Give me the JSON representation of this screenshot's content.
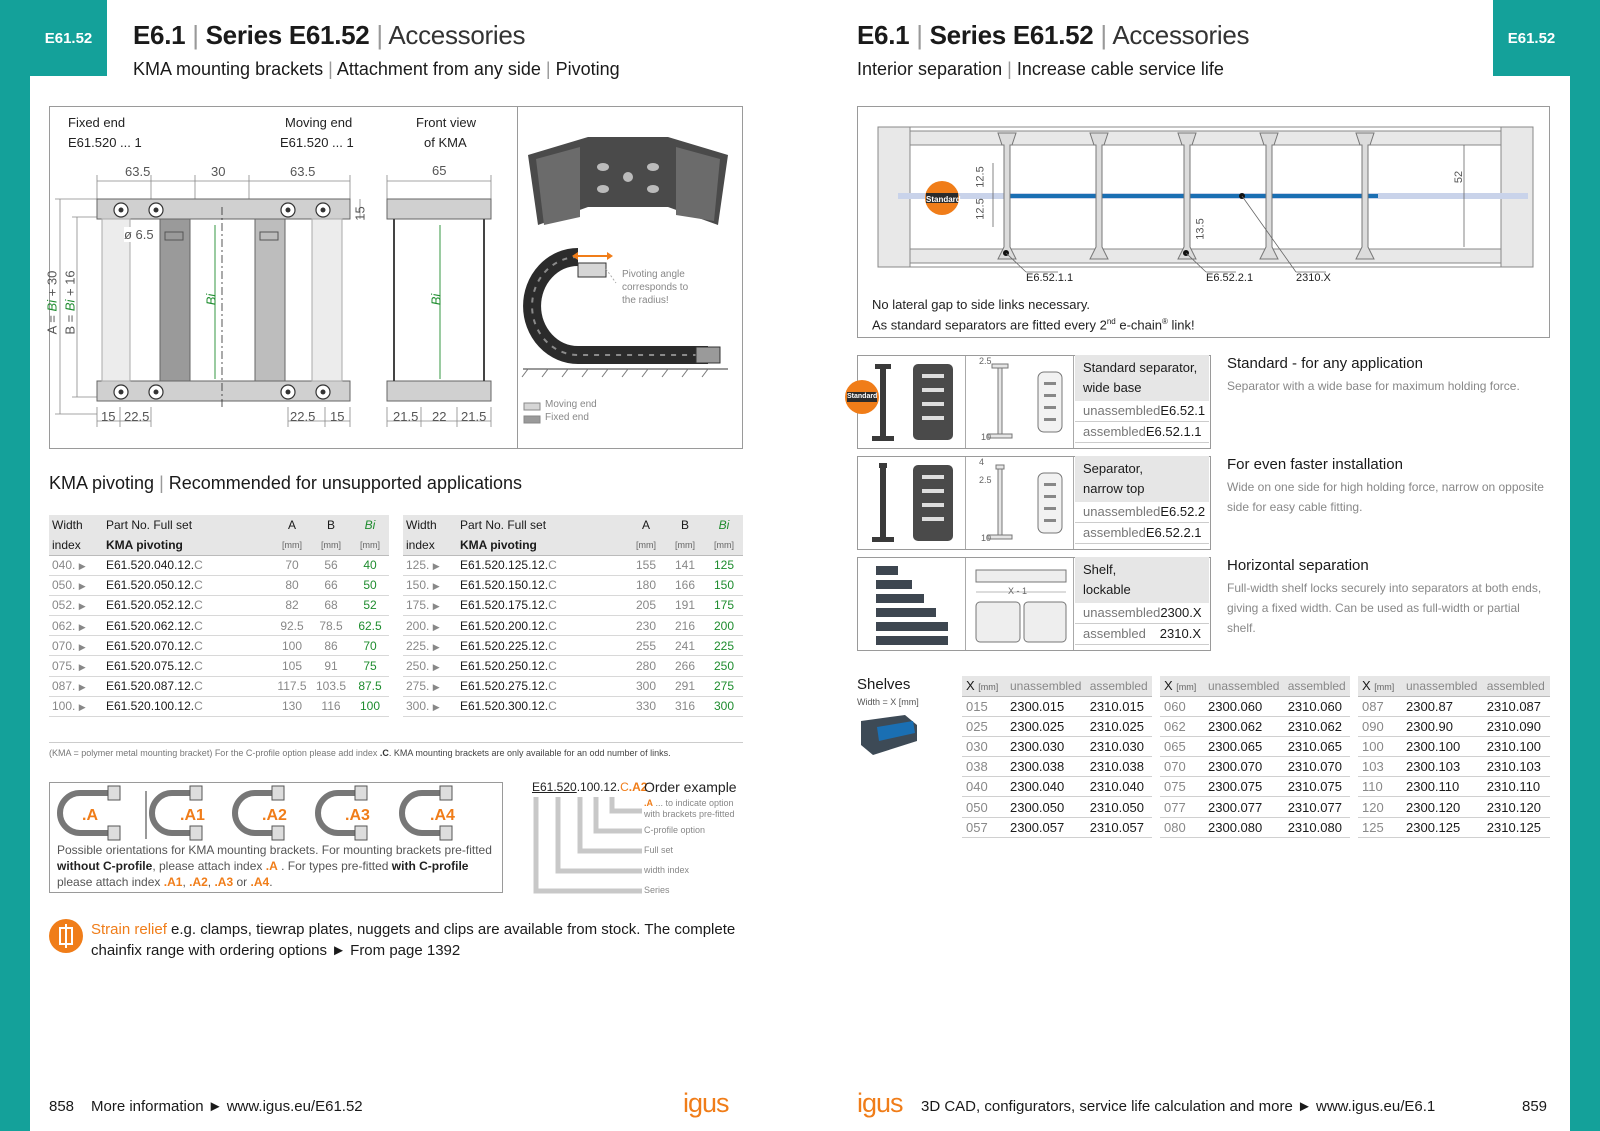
{
  "colors": {
    "teal": "#14a19a",
    "orange": "#f07d19",
    "green": "#1e8c2e",
    "blue": "#1a6fb3"
  },
  "left": {
    "tab": "E61.52",
    "title": {
      "a": "E6.1",
      "b": "Series E61.52",
      "c": "Accessories"
    },
    "subtitle": {
      "a": "KMA mounting brackets",
      "b": "Attachment from any side",
      "c": "Pivoting"
    },
    "drawing": {
      "fixed_end": "Fixed end",
      "fixed_end_pn": "E61.520 ... 1",
      "moving_end": "Moving end",
      "moving_end_pn": "E61.520 ... 1",
      "front_view": "Front view",
      "front_view_2": "of KMA",
      "d_63_5a": "63.5",
      "d_30": "30",
      "d_63_5b": "63.5",
      "d_65": "65",
      "d_15": "15",
      "d_phi": "ø 6.5",
      "d_bi": "Bi",
      "d_bi2": "Bi",
      "d_b_pre": "B = ",
      "d_b_bi": "Bi",
      "d_b_post": " + 16",
      "d_a_pre": "A = ",
      "d_a_bi": "Bi",
      "d_a_post": " + 30",
      "bl_15": "15",
      "bl_22_5": "22.5",
      "br_22_5": "22.5",
      "br_15": "15",
      "fv_21_5a": "21.5",
      "fv_22": "22",
      "fv_21_5b": "21.5",
      "pivot_note_1": "Pivoting angle",
      "pivot_note_2": "corresponds to",
      "pivot_note_3": "the radius!",
      "legend_moving": "Moving end",
      "legend_fixed": "Fixed end"
    },
    "section": {
      "a": "KMA pivoting",
      "b": "Recommended for unsupported applications"
    },
    "table_headers": {
      "width": "Width",
      "index": "index",
      "partno": "Part No. Full set",
      "kma": "KMA pivoting",
      "a": "A",
      "b": "B",
      "bi": "Bi",
      "mm": "[mm]"
    },
    "table1": [
      {
        "idx": "040.",
        "pn": "E61.520.040.12.",
        "c": "C",
        "a": "70",
        "b": "56",
        "bi": "40"
      },
      {
        "idx": "050.",
        "pn": "E61.520.050.12.",
        "c": "C",
        "a": "80",
        "b": "66",
        "bi": "50"
      },
      {
        "idx": "052.",
        "pn": "E61.520.052.12.",
        "c": "C",
        "a": "82",
        "b": "68",
        "bi": "52"
      },
      {
        "idx": "062.",
        "pn": "E61.520.062.12.",
        "c": "C",
        "a": "92.5",
        "b": "78.5",
        "bi": "62.5"
      },
      {
        "idx": "070.",
        "pn": "E61.520.070.12.",
        "c": "C",
        "a": "100",
        "b": "86",
        "bi": "70"
      },
      {
        "idx": "075.",
        "pn": "E61.520.075.12.",
        "c": "C",
        "a": "105",
        "b": "91",
        "bi": "75"
      },
      {
        "idx": "087.",
        "pn": "E61.520.087.12.",
        "c": "C",
        "a": "117.5",
        "b": "103.5",
        "bi": "87.5"
      },
      {
        "idx": "100.",
        "pn": "E61.520.100.12.",
        "c": "C",
        "a": "130",
        "b": "116",
        "bi": "100"
      }
    ],
    "table2": [
      {
        "idx": "125.",
        "pn": "E61.520.125.12.",
        "c": "C",
        "a": "155",
        "b": "141",
        "bi": "125"
      },
      {
        "idx": "150.",
        "pn": "E61.520.150.12.",
        "c": "C",
        "a": "180",
        "b": "166",
        "bi": "150"
      },
      {
        "idx": "175.",
        "pn": "E61.520.175.12.",
        "c": "C",
        "a": "205",
        "b": "191",
        "bi": "175"
      },
      {
        "idx": "200.",
        "pn": "E61.520.200.12.",
        "c": "C",
        "a": "230",
        "b": "216",
        "bi": "200"
      },
      {
        "idx": "225.",
        "pn": "E61.520.225.12.",
        "c": "C",
        "a": "255",
        "b": "241",
        "bi": "225"
      },
      {
        "idx": "250.",
        "pn": "E61.520.250.12.",
        "c": "C",
        "a": "280",
        "b": "266",
        "bi": "250"
      },
      {
        "idx": "275.",
        "pn": "E61.520.275.12.",
        "c": "C",
        "a": "300",
        "b": "291",
        "bi": "275"
      },
      {
        "idx": "300.",
        "pn": "E61.520.300.12.",
        "c": "C",
        "a": "330",
        "b": "316",
        "bi": "300"
      }
    ],
    "footnote": {
      "a": "(KMA = polymer metal mounting bracket)   For the C-profile option please add index ",
      "c": ".C",
      ". KMA mounting brackets are only available for an odd number of links.": "",
      "b": ". KMA mounting brackets are only available for an odd number of links."
    },
    "orient": {
      "labels": [
        ".A",
        ".A1",
        ".A2",
        ".A3",
        ".A4"
      ],
      "t1": "Possible orientations for KMA mounting brackets. For mounting brackets pre-fitted",
      "t2a": "without C-profile",
      "t2b": ", please attach index ",
      "t2c": ".A",
      "t2d": " . For types pre-fitted ",
      "t2e": "with C-profile",
      "t3a": "please attach index ",
      "t3b": ".A1",
      "t3c": ", ",
      "t3d": ".A2",
      "t3e": ", ",
      "t3f": ".A3",
      "t3g": " or ",
      "t3h": ".A4",
      "t3i": "."
    },
    "order": {
      "pn_a": "E61.520",
      "pn_b": ".100.12.",
      "pn_c": "C",
      "pn_d": ".A2",
      "title": "Order example",
      "l1a": ".A",
      "l1b": " ... to indicate option",
      "l1c": "with brackets pre-fitted",
      "l2": "C-profile option",
      "l3": "Full set",
      "l4": "width index",
      "l5": "Series"
    },
    "strain": {
      "a": "Strain relief",
      "b": " e.g. clamps, tiewrap plates, nuggets and clips are available from stock. The complete",
      "c": "chainfix range with ordering options ► From page 1392"
    },
    "footer": {
      "page": "858",
      "info": "More information ► www.igus.eu/E61.52",
      "logo": "igus"
    }
  },
  "right": {
    "tab": "E61.52",
    "title": {
      "a": "E6.1",
      "b": "Series E61.52",
      "c": "Accessories"
    },
    "subtitle": {
      "a": "Interior separation",
      "b": "Increase cable service life"
    },
    "drawing": {
      "standard": "Standard",
      "d_12_5a": "12.5",
      "d_12_5b": "12.5",
      "d_13_5": "13.5",
      "d_52": "52",
      "c1": "E6.52.1.1",
      "c2": "E6.52.2.1",
      "c3": "2310.X",
      "note1": "No lateral gap to side links necessary.",
      "note2a": "As standard separators are fitted every 2",
      "note2b": "nd",
      "note2c": " e-chain",
      "note2d": "®",
      "note2e": " link!"
    },
    "products": [
      {
        "t1": "Standard separator,",
        "t2": "wide base",
        "u": "unassembled",
        "u_pn": "E6.52.1",
        "as": "assembled",
        "as_pn": "E6.52.1.1",
        "dh": "Standard - for any application",
        "dt": "Separator with a wide base for maximum holding force.",
        "d1": "2.5",
        "d2": "10",
        "badge": "Standard"
      },
      {
        "t1": "Separator,",
        "t2": "narrow top",
        "u": "unassembled",
        "u_pn": "E6.52.2",
        "as": "assembled",
        "as_pn": "E6.52.2.1",
        "dh": "For even faster installation",
        "dt": "Wide on one side for high holding force, narrow on opposite side for easy cable fitting.",
        "d1": "4",
        "d1b": "2.5",
        "d2": "10"
      },
      {
        "t1": "Shelf,",
        "t2": "lockable",
        "u": "unassembled",
        "u_pn": "2300.X",
        "as": "assembled",
        "as_pn": "2310.X",
        "dh": "Horizontal separation",
        "dt": "Full-width shelf locks securely into separators at both ends, giving a fixed width. Can be used as full-width or partial shelf.",
        "d1": "X - 1"
      }
    ],
    "shelves": {
      "title": "Shelves",
      "sub": "Width = X [mm]",
      "hx": "X",
      "hmm": "[mm]",
      "hu": "unassembled",
      "ha": "assembled",
      "col1": [
        [
          "015",
          "2300.015",
          "2310.015"
        ],
        [
          "025",
          "2300.025",
          "2310.025"
        ],
        [
          "030",
          "2300.030",
          "2310.030"
        ],
        [
          "038",
          "2300.038",
          "2310.038"
        ],
        [
          "040",
          "2300.040",
          "2310.040"
        ],
        [
          "050",
          "2300.050",
          "2310.050"
        ],
        [
          "057",
          "2300.057",
          "2310.057"
        ]
      ],
      "col2": [
        [
          "060",
          "2300.060",
          "2310.060"
        ],
        [
          "062",
          "2300.062",
          "2310.062"
        ],
        [
          "065",
          "2300.065",
          "2310.065"
        ],
        [
          "070",
          "2300.070",
          "2310.070"
        ],
        [
          "075",
          "2300.075",
          "2310.075"
        ],
        [
          "077",
          "2300.077",
          "2310.077"
        ],
        [
          "080",
          "2300.080",
          "2310.080"
        ]
      ],
      "col3": [
        [
          "087",
          "2300.87",
          "2310.087"
        ],
        [
          "090",
          "2300.90",
          "2310.090"
        ],
        [
          "100",
          "2300.100",
          "2310.100"
        ],
        [
          "103",
          "2300.103",
          "2310.103"
        ],
        [
          "110",
          "2300.110",
          "2310.110"
        ],
        [
          "120",
          "2300.120",
          "2310.120"
        ],
        [
          "125",
          "2300.125",
          "2310.125"
        ]
      ]
    },
    "footer": {
      "logo": "igus",
      "info": "3D CAD, configurators, service life calculation and more ► www.igus.eu/E6.1",
      "page": "859"
    }
  }
}
